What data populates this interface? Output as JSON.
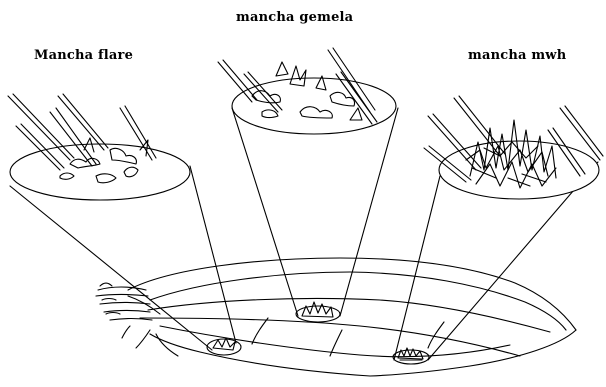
{
  "labels": {
    "center": "mancha  gemela",
    "left": "Mancha  flare",
    "right": "mancha  mwh"
  },
  "colors": {
    "ink": "#000000",
    "background": "#ffffff"
  }
}
